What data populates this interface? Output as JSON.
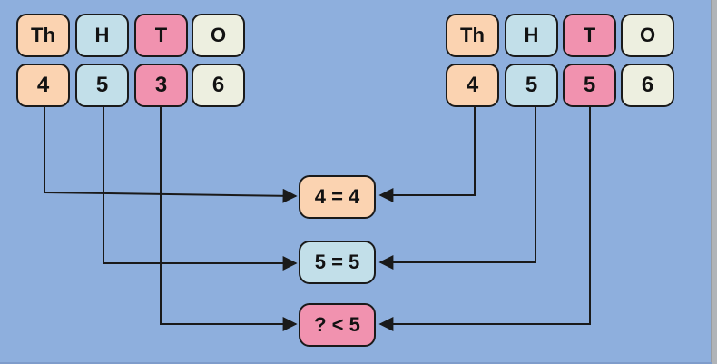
{
  "colors": {
    "background": "#8EAFDD",
    "peach": "#FBD3B1",
    "blue": "#C2DFE9",
    "pink": "#F192AF",
    "cream": "#EDEFE0",
    "line": "#1A1A1A",
    "edge-strip": "#B0B4B8",
    "bottom-edge": "#7E9CCB"
  },
  "left_number": {
    "headers": [
      {
        "label": "Th",
        "color": "peach"
      },
      {
        "label": "H",
        "color": "blue"
      },
      {
        "label": "T",
        "color": "pink"
      },
      {
        "label": "O",
        "color": "cream"
      }
    ],
    "digits": [
      {
        "label": "4",
        "color": "peach"
      },
      {
        "label": "5",
        "color": "blue"
      },
      {
        "label": "3",
        "color": "pink"
      },
      {
        "label": "6",
        "color": "cream"
      }
    ]
  },
  "right_number": {
    "headers": [
      {
        "label": "Th",
        "color": "peach"
      },
      {
        "label": "H",
        "color": "blue"
      },
      {
        "label": "T",
        "color": "pink"
      },
      {
        "label": "O",
        "color": "cream"
      }
    ],
    "digits": [
      {
        "label": "4",
        "color": "peach"
      },
      {
        "label": "5",
        "color": "blue"
      },
      {
        "label": "5",
        "color": "pink"
      },
      {
        "label": "6",
        "color": "cream"
      }
    ]
  },
  "comparisons": [
    {
      "label": "4 = 4",
      "color": "peach"
    },
    {
      "label": "5 = 5",
      "color": "blue"
    },
    {
      "label": "? < 5",
      "color": "pink"
    }
  ]
}
